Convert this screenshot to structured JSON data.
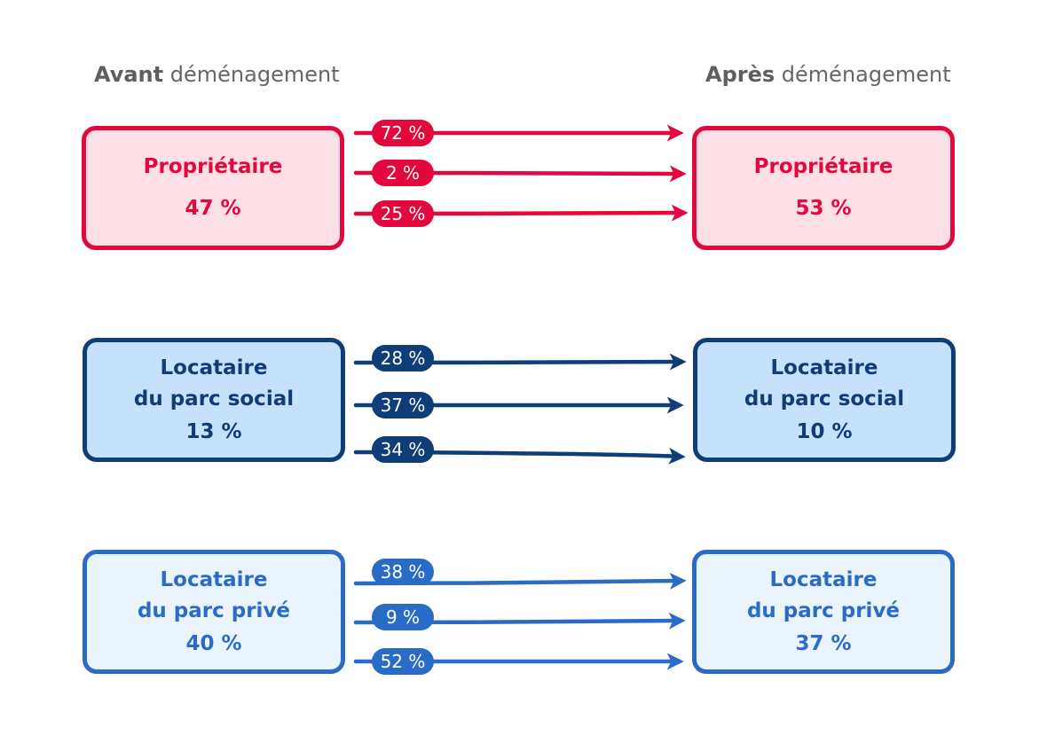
{
  "titles": {
    "before_bold": "Avant",
    "before_rest": "déménagement",
    "after_bold": "Après",
    "after_rest": "déménagement"
  },
  "colors": {
    "owner": "#e3073c",
    "social": "#0f3d77",
    "private": "#2b6bc8"
  },
  "before": [
    {
      "id": "owner",
      "line1": "Propriétaire",
      "line2": "",
      "pct": "47 %"
    },
    {
      "id": "social",
      "line1": "Locataire",
      "line2": "du parc social",
      "pct": "13 %"
    },
    {
      "id": "private",
      "line1": "Locataire",
      "line2": "du parc privé",
      "pct": "40 %"
    }
  ],
  "after": [
    {
      "id": "owner",
      "line1": "Propriétaire",
      "line2": "",
      "pct": "53 %"
    },
    {
      "id": "social",
      "line1": "Locataire",
      "line2": "du parc social",
      "pct": "10 %"
    },
    {
      "id": "private",
      "line1": "Locataire",
      "line2": "du parc privé",
      "pct": "37 %"
    }
  ],
  "flows": [
    {
      "from": "owner",
      "to": "owner",
      "label": "72 %"
    },
    {
      "from": "owner",
      "to": "social",
      "label": "2 %"
    },
    {
      "from": "owner",
      "to": "private",
      "label": "25 %"
    },
    {
      "from": "social",
      "to": "owner",
      "label": "28 %"
    },
    {
      "from": "social",
      "to": "social",
      "label": "37 %"
    },
    {
      "from": "social",
      "to": "private",
      "label": "34 %"
    },
    {
      "from": "private",
      "to": "owner",
      "label": "38 %"
    },
    {
      "from": "private",
      "to": "social",
      "label": "9 %"
    },
    {
      "from": "private",
      "to": "private",
      "label": "52 %"
    }
  ]
}
